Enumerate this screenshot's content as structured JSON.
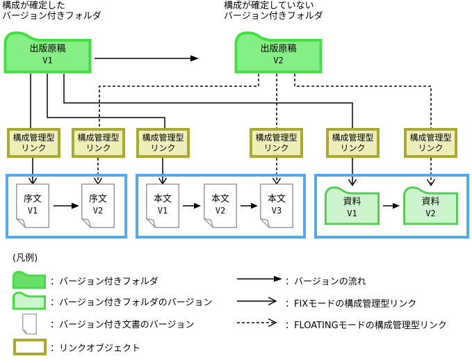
{
  "header": {
    "fixed_label_line1": "構成が確定した",
    "fixed_label_line2": "バージョン付きフォルダ",
    "unfixed_label_line1": "構成が確定していない",
    "unfixed_label_line2": "バージョン付きフォルダ"
  },
  "top_folders": {
    "v1": {
      "name": "出版原稿",
      "version": "V1"
    },
    "v2": {
      "name": "出版原稿",
      "version": "V2"
    }
  },
  "link_box": {
    "line1": "構成管理型",
    "line2": "リンク"
  },
  "docs": {
    "preface": [
      {
        "name": "序文",
        "version": "V1"
      },
      {
        "name": "序文",
        "version": "V2"
      }
    ],
    "body": [
      {
        "name": "本文",
        "version": "V1"
      },
      {
        "name": "本文",
        "version": "V2"
      },
      {
        "name": "本文",
        "version": "V3"
      }
    ],
    "material": [
      {
        "name": "資料",
        "version": "V1"
      },
      {
        "name": "資料",
        "version": "V2"
      }
    ]
  },
  "legend": {
    "title": "(凡例)",
    "left_items": [
      {
        "label": "：バージョン付きフォルダ"
      },
      {
        "label": "：バージョン付きフォルダのバージョン"
      },
      {
        "label": "：バージョン付き文書のバージョン"
      },
      {
        "label": "：リンクオブジェクト"
      }
    ],
    "right_items": [
      {
        "label": "：バージョンの流れ"
      },
      {
        "label": "：FIXモードの構成管理型リンク"
      },
      {
        "label": "：FLOATINGモードの構成管理型リンク"
      }
    ]
  },
  "colors": {
    "folder_border": "#44dd44",
    "folder_fill": "#85ee85",
    "version_folder_border": "#55cc55",
    "version_folder_fill": "#cdf5cd",
    "link_box_border": "#aaaa33",
    "link_box_fill": "#eeeeb8",
    "group_border": "#55a8ee",
    "doc_border": "#999999",
    "line": "#000000"
  }
}
